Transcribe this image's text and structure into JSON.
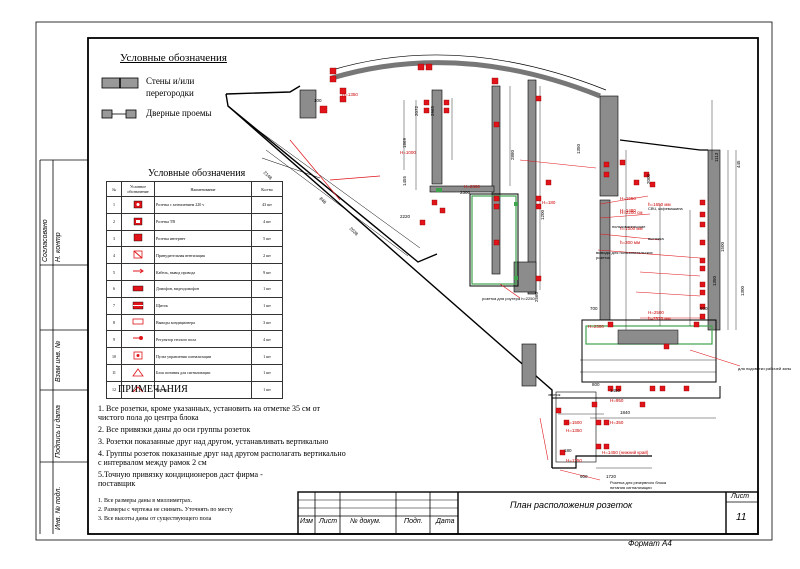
{
  "legend": {
    "title": "Условные обозначения",
    "walls_label_1": "Стены и/или",
    "walls_label_2": "перегородки",
    "doors_label": "Дверные проемы"
  },
  "symbols_table": {
    "title": "Условные обозначения",
    "headers": [
      "№",
      "Условное обозначение",
      "Наименование",
      "Кол-во"
    ],
    "rows": [
      {
        "n": "1",
        "name": "Розетка с заземлением 220 v",
        "qty": "43 шт"
      },
      {
        "n": "2",
        "name": "Розетка ТВ",
        "qty": "4 шт"
      },
      {
        "n": "3",
        "name": "Розетка интернет",
        "qty": "5 шт"
      },
      {
        "n": "4",
        "name": "Принудительная вентиляция",
        "qty": "2 шт"
      },
      {
        "n": "5",
        "name": "Кабель, вывод провода",
        "qty": "9 шт"
      },
      {
        "n": "6",
        "name": "Домофон, видеодомофон",
        "qty": "1 шт"
      },
      {
        "n": "7",
        "name": "Щиток",
        "qty": "1 шт"
      },
      {
        "n": "8",
        "name": "Выводы кондиционера",
        "qty": "3 шт"
      },
      {
        "n": "9",
        "name": "Регулятор теплого пола",
        "qty": "4 шт"
      },
      {
        "n": "10",
        "name": "Пульт управления сигнализации",
        "qty": "1 шт"
      },
      {
        "n": "11",
        "name": "Блок питания для сигнализации",
        "qty": "1 шт"
      },
      {
        "n": "12",
        "name": "Роутер",
        "qty": "1 шт"
      }
    ]
  },
  "notes": {
    "title": "ПРИМЕЧАНИЯ",
    "items": [
      "1. Все розетки, кроме указанных, установить на отметке 35 см от чистого пола до центра блока",
      "2. Все привязки даны до оси группы розеток",
      "3. Розетки показанные друг над другом, устанавливать вертикально",
      "4. Группы розеток показанные друг над другом располагать вертикально с интервалом между рамок 2 см",
      "5.Точную привязку кондиционеров даст фирма - поставщик"
    ],
    "footer": [
      "1.     Все размеры даны в миллиметрах.",
      "2.     Размеры с чертежа не снимать. Уточнять по месту",
      "3.     Все высоты даны от существующего пола"
    ]
  },
  "title_block": {
    "plan_title": "План расположения розеток",
    "sheet_label": "Лист",
    "sheet_number": "11",
    "cols": [
      "Изм",
      "Лист",
      "№ докум.",
      "Подп.",
      "Дата"
    ],
    "format": "Формат А4"
  },
  "side_stamp": [
    "Согласовано",
    "Н. контр",
    "Взам инв. №",
    "Подпись и дата",
    "Инв. № подл."
  ],
  "plan_labels": {
    "dims": [
      "2072",
      "2965",
      "1869",
      "1455",
      "2300",
      "2220",
      "2148",
      "848",
      "2028",
      "1720",
      "1840",
      "1450",
      "1350",
      "1113",
      "445",
      "1500",
      "1350",
      "2000",
      "2880",
      "1200",
      "2560",
      "1300",
      "700",
      "600",
      "900",
      "800",
      "100",
      "180"
    ],
    "heights": [
      "H=1350",
      "H=2300",
      "H=1000",
      "H=1650",
      "H=1480",
      "H=180",
      "H=2300",
      "H=950",
      "H=350",
      "H=2500",
      "H=1500",
      "H=1350",
      "H=1750",
      "H=1450 (нижний край)",
      "H=2200 см",
      "h=1000 мм",
      "h=300 мм",
      "h=1650 мм",
      "h=2570 мм"
    ],
    "notes": [
      "розетка для роутера h=2250",
      "звонок",
      "Розетка для резервного блока питания сигнализации",
      "пользовательские",
      "выводы для пользовательских розеток",
      "СВЧ, кофемашина",
      "вытяжка",
      "для подсветки рабочей зоны"
    ]
  },
  "colors": {
    "accent": "#e0141a",
    "wall": "#8c8c8c",
    "green": "#3fa34d",
    "line": "#000000"
  }
}
